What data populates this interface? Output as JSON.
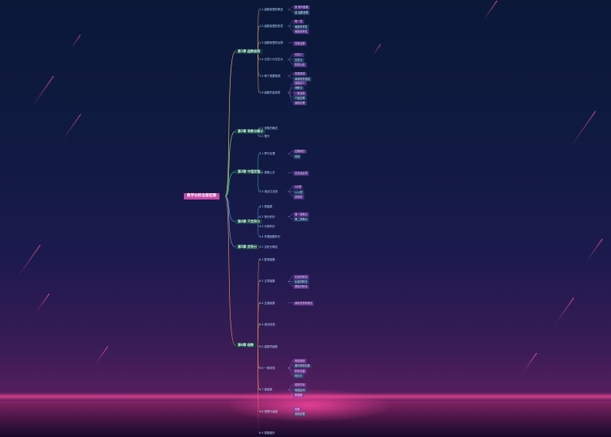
{
  "root": {
    "label": "数学分析全部定理"
  },
  "branches": [
    {
      "label": "第1章 函数极限",
      "color": "#e8b85a",
      "items": [
        {
          "label": "1.1 函数极限的概念",
          "subs": [
            "数 数列极限",
            "函 函数极限"
          ]
        },
        {
          "label": "1.2 函数极限的性质",
          "subs": [
            "唯一性",
            "局部有界性",
            "局部保号性"
          ]
        },
        {
          "label": "1.3 函数极限的运算",
          "subs": [
            "四则运算"
          ]
        },
        {
          "label": "1.4 无穷小与无穷大",
          "subs": [
            "无穷小",
            "无穷大",
            "阶的比较"
          ]
        },
        {
          "label": "1.5 两个重要极限",
          "subs": [
            "夹逼准则",
            "单调有界准则"
          ]
        },
        {
          "label": "1.6 函数的连续性",
          "subs": [
            "连续定义",
            "间断点",
            "一致连续",
            "介值定理",
            "最值定理"
          ]
        }
      ]
    },
    {
      "label": "第2章 导数与微分",
      "color": "#7ad890",
      "items": [
        {
          "label": "2.1 导数的概念",
          "subs": []
        },
        {
          "label": "2.2 微分",
          "subs": []
        }
      ]
    },
    {
      "label": "第3章 中值定理",
      "color": "#3ac0a0",
      "items": [
        {
          "label": "3.1 罗尔定理",
          "subs": [
            "拉格朗日",
            "柯西"
          ]
        },
        {
          "label": "3.2 泰勒公式",
          "subs": [
            "皮亚诺余项"
          ]
        },
        {
          "label": "3.3 洛必达法则",
          "subs": [
            "0/0型",
            "∞/∞型",
            "其他型"
          ]
        }
      ]
    },
    {
      "label": "第4章 不定积分",
      "color": "#4a9ad8",
      "items": [
        {
          "label": "4.1 原函数",
          "subs": []
        },
        {
          "label": "4.2 换元积分",
          "subs": [
            "第一类换元",
            "第二类换元"
          ]
        },
        {
          "label": "4.3 分部积分",
          "subs": []
        },
        {
          "label": "4.4 有理函数积分",
          "subs": []
        }
      ]
    },
    {
      "label": "第5章 定积分",
      "color": "#6aa0e0",
      "items": [
        {
          "label": "5.1 定积分概念",
          "subs": []
        }
      ]
    },
    {
      "label": "第6章 级数",
      "color": "#e88a4a",
      "items": [
        {
          "label": "6.1 数项级数",
          "subs": []
        },
        {
          "label": "6.2 正项级数",
          "subs": [
            "比较判别法",
            "比值判别法",
            "根值判别法"
          ]
        },
        {
          "label": "6.3 交错级数",
          "subs": [
            "莱布尼茨判别法"
          ]
        },
        {
          "label": "6.4 绝对收敛",
          "subs": []
        },
        {
          "label": "6.5 函数项级数",
          "subs": []
        },
        {
          "label": "6.6 一致收敛",
          "subs": [
            "柯西准则",
            "魏尔斯特拉斯",
            "狄利克雷",
            "阿贝尔"
          ]
        },
        {
          "label": "6.7 幂级数",
          "subs": [
            "收敛半径",
            "收敛区间",
            "和函数"
          ]
        },
        {
          "label": "6.8 傅里叶级数",
          "subs": [
            "系数",
            "收敛定理"
          ]
        },
        {
          "label": "6.9 泰勒展开",
          "subs": []
        }
      ]
    }
  ]
}
